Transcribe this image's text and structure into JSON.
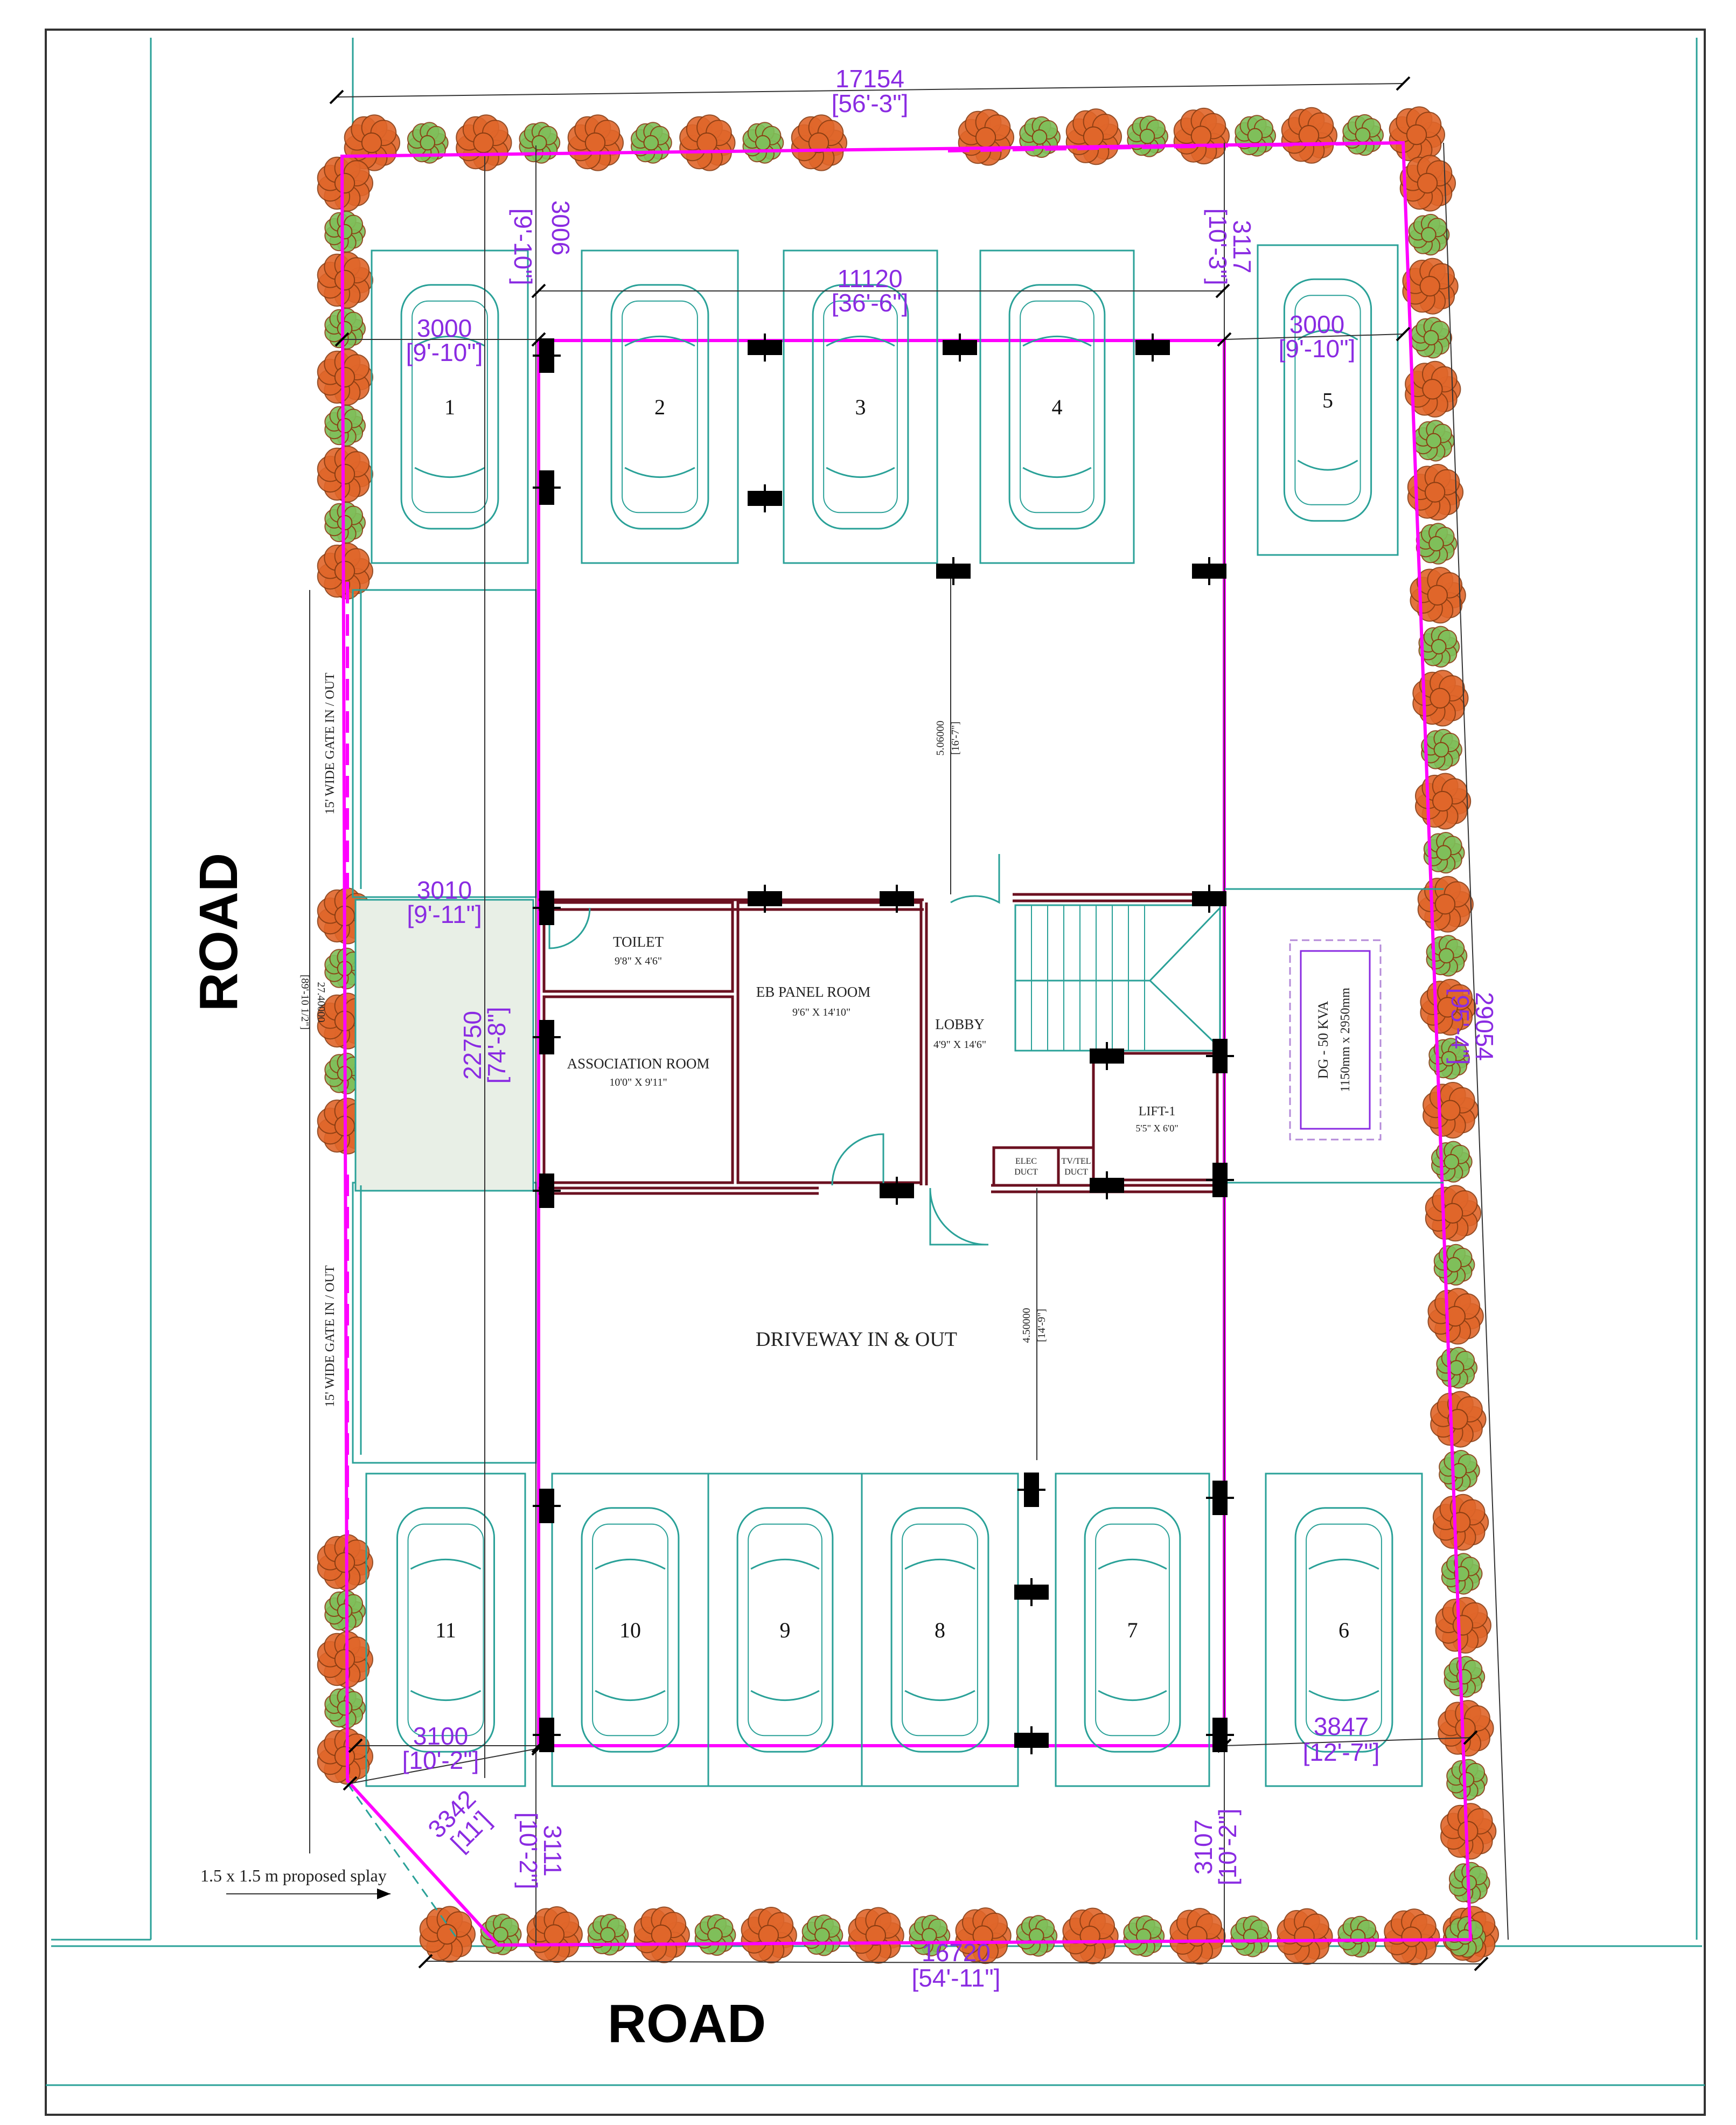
{
  "dimensions": {
    "top_width": "17154",
    "top_width_ft": "[56'-3\"]",
    "inner_width": "11120",
    "inner_width_ft": "[36'-6\"]",
    "left_setback": "3000",
    "left_setback_ft": "[9'-10\"]",
    "right_setback": "3000",
    "right_setback_ft": "[9'-10\"]",
    "top_left_front": "3006",
    "top_left_front_ft": "[9'-10\"]",
    "top_right_front": "3117",
    "top_right_front_ft": "[10'-3\"]",
    "mid_left": "3010",
    "mid_left_ft": "[9'-11\"]",
    "left_depth": "22750",
    "left_depth_ft": "[74'-8\"]",
    "right_depth": "29054",
    "right_depth_ft": "[95'-4\"]",
    "bottom_left": "3100",
    "bottom_left_ft": "[10'-2\"]",
    "bottom_right": "3847",
    "bottom_right_ft": "[12'-7\"]",
    "splay_len": "3342",
    "splay_len_ft": "[11']",
    "bottom_left_rear": "3111",
    "bottom_left_rear_ft": "[10'-2\"]",
    "bottom_right_rear": "3107",
    "bottom_right_rear_ft": "[10'-2\"]",
    "bottom_width": "16720",
    "bottom_width_ft": "[54'-11\"]",
    "upper_clear": "5.06000",
    "upper_clear_ft": "[16'-7\"]",
    "lower_clear": "4.50000",
    "lower_clear_ft": "[14'-9\"]",
    "gate_span": "27.40000",
    "gate_span_ft": "[89'-10 1/2\"]"
  },
  "rooms": {
    "toilet": "TOILET",
    "toilet_size": "9'8\" X 4'6\"",
    "eb_panel": "EB PANEL ROOM",
    "eb_panel_size": "9'6\" X 14'10\"",
    "association": "ASSOCIATION ROOM",
    "association_size": "10'0\" X 9'11\"",
    "lobby": "LOBBY",
    "lobby_size": "4'9\" X 14'6\"",
    "lift": "LIFT-1",
    "lift_size": "5'5\" X 6'0\"",
    "elec_duct_1": "ELEC",
    "elec_duct_2": "DUCT",
    "tv_duct_1": "TV/TEL",
    "tv_duct_2": "DUCT",
    "dg_1": "DG - 50 KVA",
    "dg_2": "1150mm x 2950mm",
    "driveway": "DRIVEWAY IN & OUT"
  },
  "labels": {
    "road_left": "ROAD",
    "road_bottom": "ROAD",
    "gate_top": "15' WIDE GATE  IN / OUT",
    "gate_bottom": "15' WIDE GATE  IN / OUT",
    "splay": "1.5 x 1.5 m proposed splay"
  },
  "parking": [
    "1",
    "2",
    "3",
    "4",
    "5",
    "6",
    "7",
    "8",
    "9",
    "10",
    "11"
  ],
  "colors": {
    "plot_boundary": "#ff00ff",
    "dimension_text": "#8a2be2",
    "parking_bay": "#2aa198",
    "wall": "#6b1020",
    "column": "#000000",
    "tree_orange": "#e0662a",
    "tree_green": "#7fbf5a"
  }
}
